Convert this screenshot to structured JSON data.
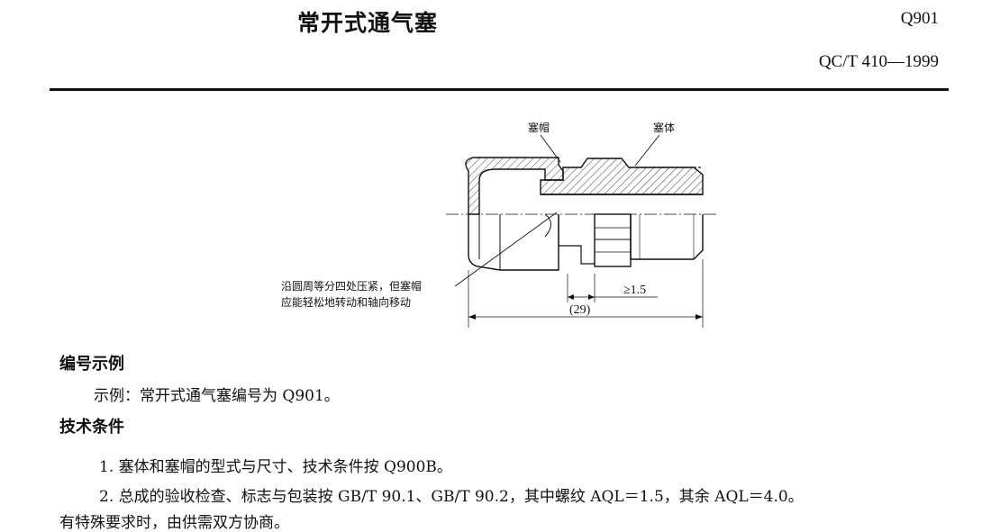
{
  "header": {
    "title": "常开式通气塞",
    "code": "Q901",
    "standard": "QC/T 410—1999"
  },
  "figure": {
    "label_cap": "塞帽",
    "label_body": "塞体",
    "note_line1": "沿圆周等分四处压紧，但塞帽",
    "note_line2": "应能轻松地转动和轴向移动",
    "dim_min": "≥1.5",
    "dim_total": "(29)"
  },
  "section_example": {
    "heading": "编号示例",
    "text": "示例：常开式通气塞编号为 Q901。"
  },
  "section_tech": {
    "heading": "技术条件",
    "item1": "1. 塞体和塞帽的型式与尺寸、技术条件按 Q900B。",
    "item2": "2. 总成的验收检查、标志与包装按 GB/T 90.1、GB/T 90.2，其中螺纹 AQL＝1.5，其余 AQL＝4.0。",
    "item2_cont": "有特殊要求时，由供需双方协商。"
  }
}
